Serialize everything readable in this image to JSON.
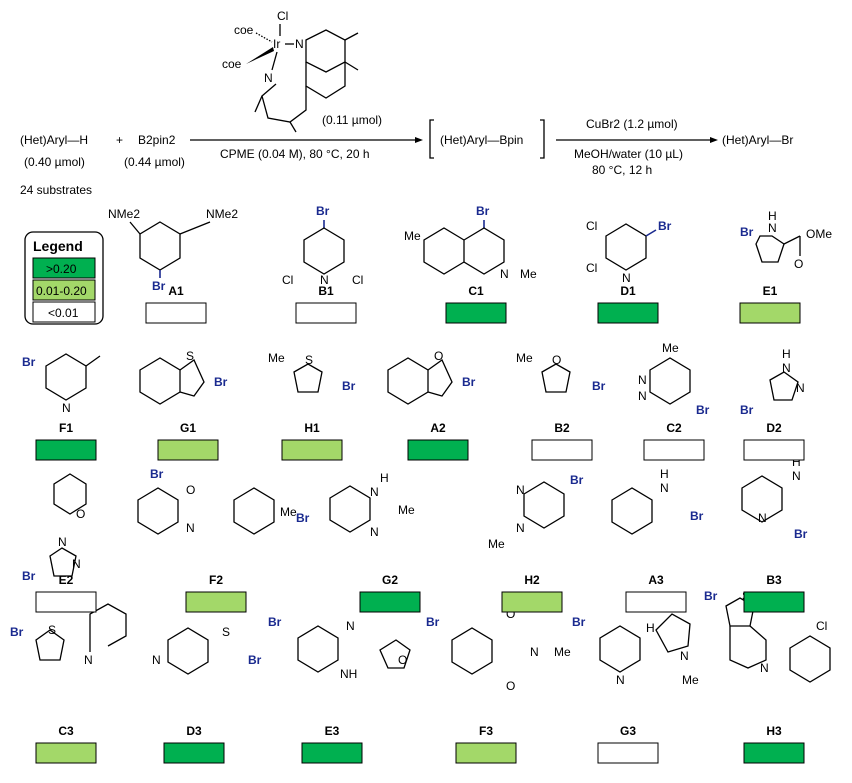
{
  "colors": {
    "high": "#00b050",
    "mid": "#a3d869",
    "low": "#ffffff",
    "bromine": "#1a2a8f"
  },
  "reaction": {
    "catalyst_atoms": {
      "cl": "Cl",
      "ir": "Ir",
      "n": "N",
      "coe": "coe"
    },
    "catalyst_amount": "(0.11 µmol)",
    "reactant1": "(Het)Aryl—H",
    "reactant1_amount": "(0.40 µmol)",
    "plus": "+",
    "reactant2": "B2pin2",
    "reactant2_amount": "(0.44 µmol)",
    "conditions1": "CPME (0.04 M), 80 °C, 20 h",
    "intermediate": "(Het)Aryl—Bpin",
    "reagent2": "CuBr2 (1.2 µmol)",
    "conditions2a": "MeOH/water (10 µL)",
    "conditions2b": "80 °C, 12 h",
    "product": "(Het)Aryl—Br",
    "substrate_count": "24 substrates"
  },
  "legend": {
    "title": "Legend",
    "items": [
      {
        "label": ">0.20",
        "level": "high"
      },
      {
        "label": "0.01-0.20",
        "level": "mid"
      },
      {
        "label": "<0.01",
        "level": "low"
      }
    ]
  },
  "compounds": [
    {
      "id": "A1",
      "level": "low"
    },
    {
      "id": "B1",
      "level": "low"
    },
    {
      "id": "C1",
      "level": "high"
    },
    {
      "id": "D1",
      "level": "high"
    },
    {
      "id": "E1",
      "level": "mid"
    },
    {
      "id": "F1",
      "level": "high"
    },
    {
      "id": "G1",
      "level": "mid"
    },
    {
      "id": "H1",
      "level": "mid"
    },
    {
      "id": "A2",
      "level": "high"
    },
    {
      "id": "B2",
      "level": "low"
    },
    {
      "id": "C2",
      "level": "low"
    },
    {
      "id": "D2",
      "level": "low"
    },
    {
      "id": "E2",
      "level": "low"
    },
    {
      "id": "F2",
      "level": "mid"
    },
    {
      "id": "G2",
      "level": "high"
    },
    {
      "id": "H2",
      "level": "mid"
    },
    {
      "id": "A3",
      "level": "low"
    },
    {
      "id": "B3",
      "level": "high"
    },
    {
      "id": "C3",
      "level": "mid"
    },
    {
      "id": "D3",
      "level": "high"
    },
    {
      "id": "E3",
      "level": "high"
    },
    {
      "id": "F3",
      "level": "mid"
    },
    {
      "id": "G3",
      "level": "low"
    },
    {
      "id": "H3",
      "level": "high"
    }
  ],
  "atoms": {
    "br": "Br",
    "me": "Me",
    "n": "N",
    "s": "S",
    "o": "O",
    "h": "H",
    "cl": "Cl",
    "nh": "NH",
    "ome": "OMe",
    "nme2": "NMe2"
  }
}
